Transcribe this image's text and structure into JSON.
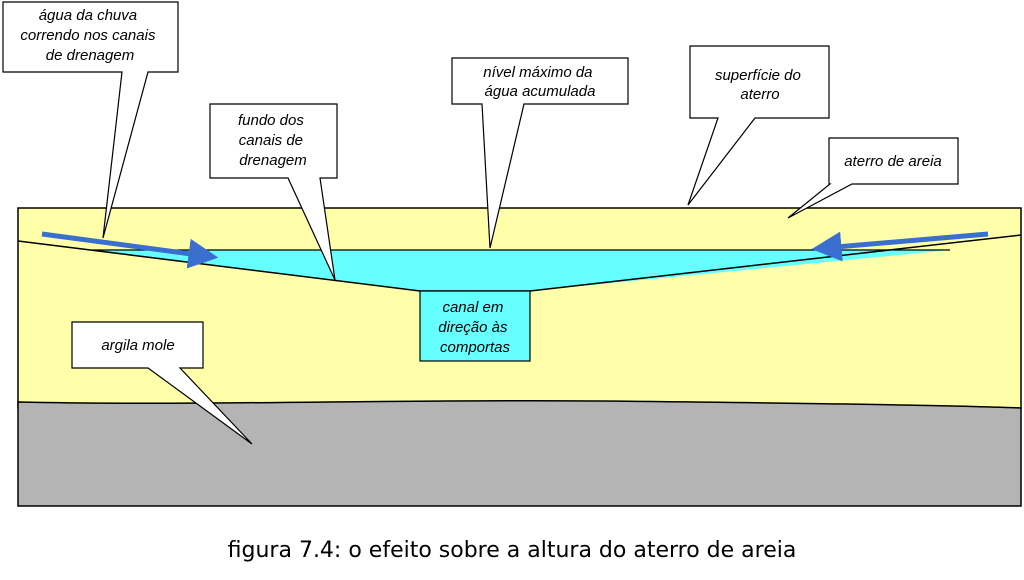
{
  "colors": {
    "sand": "#FFFFAA",
    "clay": "#B4B4B4",
    "water": "#66FFFF",
    "arrow": "#3A6FD0",
    "outline": "#000000"
  },
  "callouts": {
    "rain_water": [
      "água da chuva",
      "correndo nos canais",
      "de drenagem"
    ],
    "max_level": [
      "nível máximo da",
      "água acumulada"
    ],
    "fill_surface": [
      "superfície do",
      "aterro"
    ],
    "channel_bottom": [
      "fundo dos",
      "canais de",
      "drenagem"
    ],
    "sand_fill": [
      "aterro de areia"
    ],
    "channel": [
      "canal em",
      "direção às",
      "comportas"
    ],
    "soft_clay": [
      "argila mole"
    ]
  },
  "caption": "figura 7.4: o efeito sobre a altura do aterro de areia"
}
